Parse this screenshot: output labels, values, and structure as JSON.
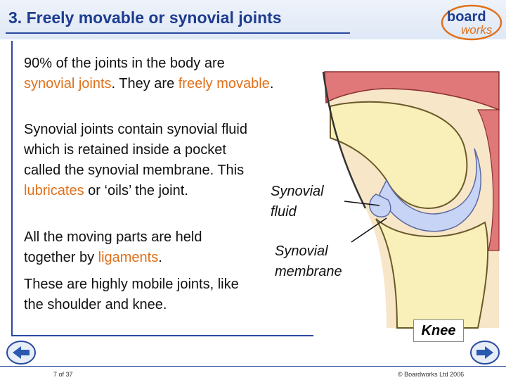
{
  "slide": {
    "title": "3. Freely movable or synovial joints"
  },
  "logo": {
    "line1": "board",
    "line2": "works"
  },
  "body": {
    "p1_a": "90% of the joints in the body are ",
    "p1_hl1": "synovial joints",
    "p1_b": ". They are ",
    "p1_hl2": "freely movable",
    "p1_c": ".",
    "p2_a": "Synovial joints contain synovial fluid which is retained inside a pocket called the synovial membrane. This ",
    "p2_hl": "lubricates",
    "p2_b": " or ‘oils’ the joint.",
    "p3_a": "All the moving parts are held together by ",
    "p3_hl": "ligaments",
    "p3_b": ".",
    "p4": "These are highly mobile joints, like the shoulder and knee."
  },
  "diagram": {
    "label_fluid": "Synovial fluid",
    "label_membrane": "Synovial membrane",
    "knee_label": "Knee"
  },
  "footer": {
    "page": "7 of 37",
    "copyright": "© Boardworks Ltd 2006"
  },
  "colors": {
    "accent": "#e0701a",
    "title": "#1d3c8f",
    "frame": "#2a4aa0"
  }
}
